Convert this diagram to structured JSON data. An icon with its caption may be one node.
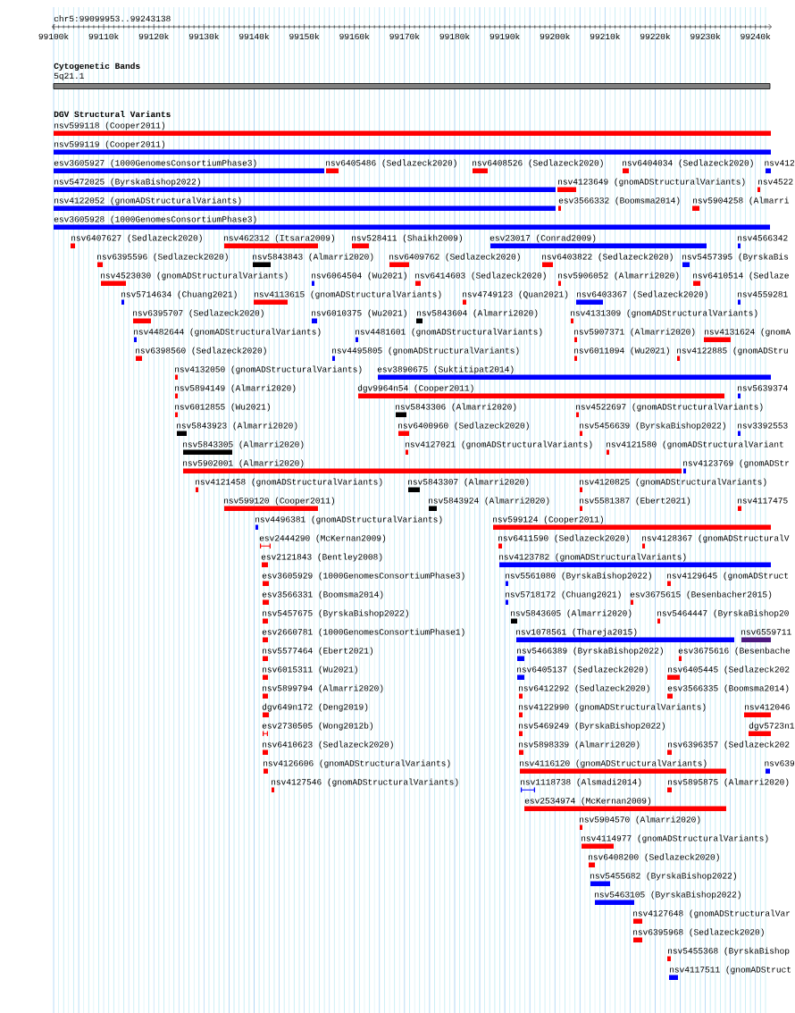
{
  "diagram": {
    "labels": [
      "chr5:99099953..99243138",
      "99100k",
      "99110k",
      "99120k",
      "99130k",
      "99140k",
      "99150k",
      "99160k",
      "99170k",
      "99180k",
      "99190k",
      "99200k",
      "99210k",
      "99220k",
      "99230k",
      "99240k",
      "Cytogenetic Bands",
      "5q21.1",
      "DGV Structural Variants",
      "nsv599118 (Cooper2011)",
      "nsv599119 (Cooper2011)",
      "esv3605927 (1000GenomesConsortiumPhase3)",
      "nsv6405486 (Sedlazeck2020)",
      "nsv6408526 (Sedlazeck2020)",
      "nsv6404034 (Sedlazeck2020)",
      "nsv412",
      "nsv5472025 (ByrskaBishop2022)",
      "nsv4123649 (gnomADStructuralVariants)",
      "nsv4522",
      "nsv4122052 (gnomADStructuralVariants)",
      "esv3566332 (Boomsma2014)",
      "nsv5904258 (Almarri",
      "esv3605928 (1000GenomesConsortiumPhase3)",
      "nsv6407627 (Sedlazeck2020)",
      "nsv462312 (Itsara2009)",
      "nsv528411 (Shaikh2009)",
      "esv23017 (Conrad2009)",
      "nsv4566342",
      "nsv6395596 (Sedlazeck2020)",
      "nsv5843843 (Almarri2020)",
      "nsv6409762 (Sedlazeck2020)",
      "nsv6403822 (Sedlazeck2020)",
      "nsv5457395 (ByrskaBis",
      "nsv4523030 (gnomADStructuralVariants)",
      "nsv6064504 (Wu2021)",
      "nsv6414603 (Sedlazeck2020)",
      "nsv5906052 (Almarri2020)",
      "nsv6410514 (Sedlaze",
      "nsv5714634 (Chuang2021)",
      "nsv4113615 (gnomADStructuralVariants)",
      "nsv4749123 (Quan2021)",
      "nsv6403367 (Sedlazeck2020)",
      "nsv4559281",
      "nsv6395707 (Sedlazeck2020)",
      "nsv6010375 (Wu2021)",
      "nsv5843604 (Almarri2020)",
      "nsv4131309 (gnomADStructuralVariants)",
      "nsv4482644 (gnomADStructuralVariants)",
      "nsv4481601 (gnomADStructuralVariants)",
      "nsv5907371 (Almarri2020)",
      "nsv4131624 (gnomA",
      "nsv6398560 (Sedlazeck2020)",
      "nsv4495805 (gnomADStructuralVariants)",
      "nsv6011094 (Wu2021)",
      "nsv4122885 (gnomADStru",
      "nsv4132050 (gnomADStructuralVariants)",
      "esv3890675 (Suktitipat2014)",
      "nsv5894149 (Almarri2020)",
      "dgv9964n54 (Cooper2011)",
      "nsv5639374",
      "nsv6012855 (Wu2021)",
      "nsv5843306 (Almarri2020)",
      "nsv4522697 (gnomADStructuralVariants)",
      "nsv5843923 (Almarri2020)",
      "nsv6400960 (Sedlazeck2020)",
      "nsv5456639 (ByrskaBishop2022)",
      "nsv3392553",
      "nsv5843305 (Almarri2020)",
      "nsv4127021 (gnomADStructuralVariants)",
      "nsv4121580 (gnomADStructuralVariant",
      "nsv5902001 (Almarri2020)",
      "nsv4123769 (gnomADStr",
      "nsv4121458 (gnomADStructuralVariants)",
      "nsv5843307 (Almarri2020)",
      "nsv4120825 (gnomADStructuralVariants)",
      "nsv599120 (Cooper2011)",
      "nsv5843924 (Almarri2020)",
      "nsv5581387 (Ebert2021)",
      "nsv4117475",
      "nsv4496381 (gnomADStructuralVariants)",
      "nsv599124 (Cooper2011)",
      "esv2444290 (McKernan2009)",
      "nsv6411590 (Sedlazeck2020)",
      "nsv4128367 (gnomADStructuralV",
      "esv2121843 (Bentley2008)",
      "nsv4123782 (gnomADStructuralVariants)",
      "esv3605929 (1000GenomesConsortiumPhase3)",
      "nsv5561080 (ByrskaBishop2022)",
      "nsv4129645 (gnomADStruct",
      "esv3566331 (Boomsma2014)",
      "nsv5718172 (Chuang2021)",
      "esv3675615 (Besenbacher2015)",
      "nsv5457675 (ByrskaBishop2022)",
      "nsv5843605 (Almarri2020)",
      "nsv5464447 (ByrskaBishop20",
      "esv2660781 (1000GenomesConsortiumPhase1)",
      "nsv1078561 (Thareja2015)",
      "nsv6559711",
      "nsv5577464 (Ebert2021)",
      "nsv5466389 (ByrskaBishop2022)",
      "esv3675616 (Besenbache",
      "nsv6015311 (Wu2021)",
      "nsv6405137 (Sedlazeck2020)",
      "nsv6405445 (Sedlazeck202",
      "nsv5899794 (Almarri2020)",
      "nsv6412292 (Sedlazeck2020)",
      "esv3566335 (Boomsma2014)",
      "dgv649n172 (Deng2019)",
      "nsv4122990 (gnomADStructuralVariants)",
      "nsv412046",
      "esv2730505 (Wong2012b)",
      "nsv5469249 (ByrskaBishop2022)",
      "dgv5723n1",
      "nsv6410623 (Sedlazeck2020)",
      "nsv5898339 (Almarri2020)",
      "nsv6396357 (Sedlazeck202",
      "nsv4126606 (gnomADStructuralVariants)",
      "nsv4116120 (gnomADStructuralVariants)",
      "nsv639",
      "nsv4127546 (gnomADStructuralVariants)",
      "nsv1118738 (Alsmadi2014)",
      "nsv5895875 (Almarri2020)",
      "esv2534974 (McKernan2009)",
      "nsv5904570 (Almarri2020)",
      "nsv4114977 (gnomADStructuralVariants)",
      "nsv6408200 (Sedlazeck2020)",
      "nsv5455682 (ByrskaBishop2022)",
      "nsv5463105 (ByrskaBishop2022)",
      "nsv4127648 (gnomADStructuralVar",
      "nsv6395968 (Sedlazeck2020)",
      "nsv5455368 (ByrskaBishop",
      "nsv4117511 (gnomADStruct"
    ]
  }
}
